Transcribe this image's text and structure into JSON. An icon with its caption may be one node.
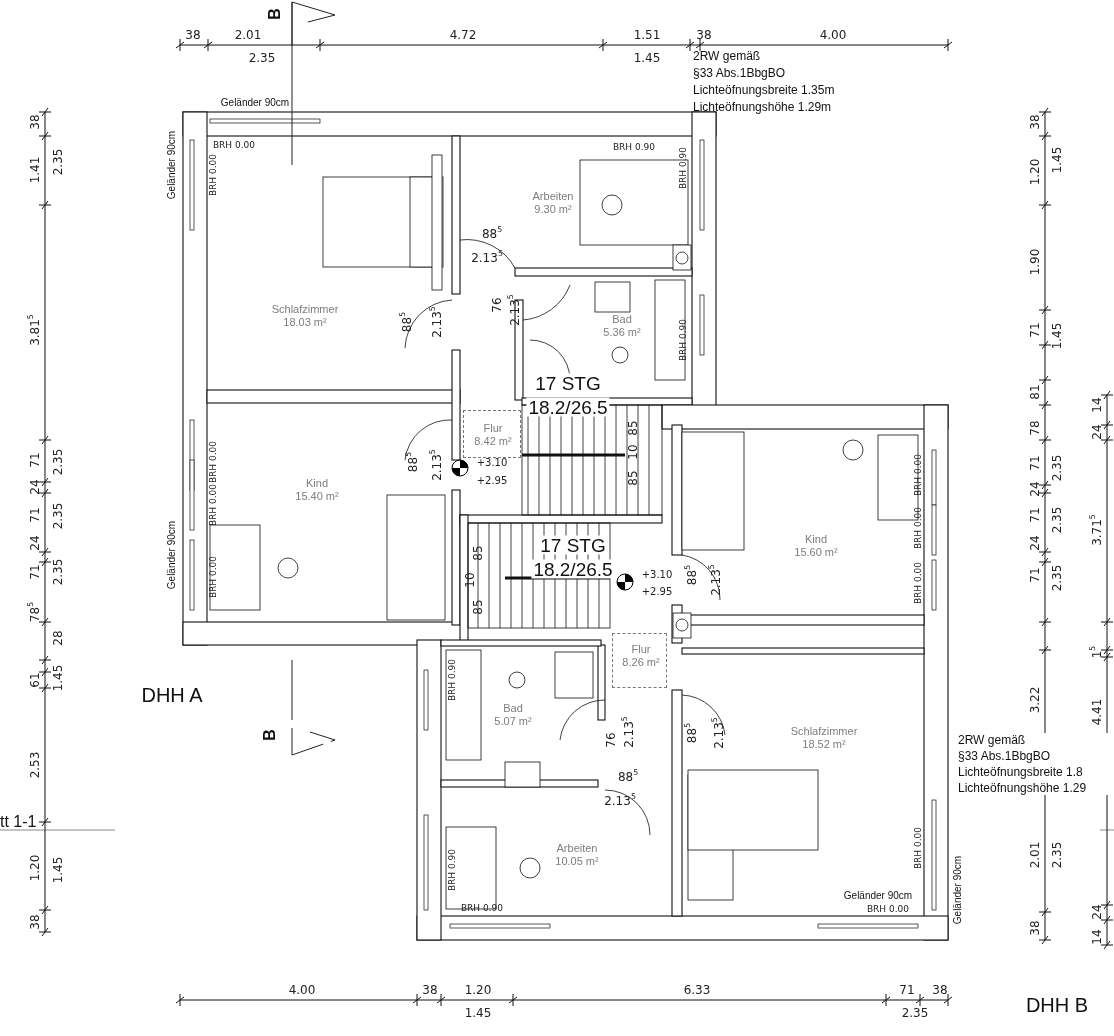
{
  "diagram": {
    "nodes": [
      {
        "text": [
          "Schlafzimmer",
          "18.03 m²"
        ]
      },
      {
        "text": [
          "Arbeiten",
          "9.30 m²"
        ]
      },
      {
        "text": [
          "Bad",
          "5.36 m²"
        ]
      },
      {
        "text": [
          "Flur",
          "8.42 m²"
        ]
      },
      {
        "text": [
          "Kind",
          "15.40 m²"
        ]
      },
      {
        "text": [
          "Kind",
          "15.60 m²"
        ]
      },
      {
        "text": [
          "Flur",
          "8.26 m²"
        ]
      },
      {
        "text": [
          "Bad",
          "5.07 m²"
        ]
      },
      {
        "text": [
          "Arbeiten",
          "10.05 m²"
        ]
      },
      {
        "text": [
          "Schlafzimmer",
          "18.52 m²"
        ]
      }
    ],
    "labels": [
      "38",
      "2.01",
      "2.35",
      "B",
      "4.72",
      "1.51",
      "1.45",
      "38",
      "4.00",
      "2RW gemäß",
      "§33 Abs.1BbgBO",
      "Lichteöfnungsbreite 1.35m",
      "Lichteöfnungshöhe 1.29m",
      "Geländer 90cm",
      "Geländer 90cm",
      "BRH 0.00",
      "BRH 0.00",
      "BRH 0.90",
      "BRH 0.90",
      "88$^{5}$",
      "2.13$^{5}$",
      "76",
      "2.13$^{5}$",
      "88$^{5}$",
      "2.13$^{5}$",
      "BRH 0.90",
      "17 STG",
      "18.2/26.5",
      "85",
      "10",
      "85",
      "+3.10",
      "+2.95",
      "88$^{5}$",
      "2.13$^{5}$",
      "BRH 0.00",
      "BRH 0.00",
      "BRH 0.00",
      "Geländer 90cm",
      "85",
      "10",
      "85",
      "17 STG",
      "18.2/26.5",
      "+3.10",
      "+2.95",
      "88$^{5}$",
      "2.13$^{5}$",
      "BRH 0.00",
      "BRH 0.00",
      "BRH 0.00",
      "BRH 0.90",
      "76",
      "2.13$^{5}$",
      "88$^{5}$",
      "2.13$^{5}$",
      "88$^{5}$",
      "2.13$^{5}$",
      "2RW gemäß",
      "§33 Abs.1BbgBO",
      "Lichteöfnungsbreite 1.8",
      "Lichteöfnungshöhe 1.29",
      "BRH 0.90",
      "BRH 0.90",
      "BRH 0.00",
      "Geländer 90cm",
      "BRH 0.00",
      "Geländer 90cm",
      "DHH A",
      "B",
      "tt 1-1",
      "4.00",
      "38",
      "1.20",
      "1.45",
      "6.33",
      "71",
      "38",
      "2.35",
      "38",
      "1.41",
      "2.35",
      "3.81$^{5}$",
      "71",
      "2.35",
      "24",
      "71",
      "2.35",
      "24",
      "71",
      "2.35",
      "78$^{5}$",
      "28",
      "61",
      "1.45",
      "2.53",
      "1.20",
      "1.45",
      "38",
      "38",
      "1.20",
      "1.45",
      "1.90",
      "71",
      "1.45",
      "81",
      "78",
      "14",
      "24",
      "71",
      "2.35",
      "24",
      "71",
      "2.35",
      "24",
      "71",
      "2.35",
      "3.71$^{5}$",
      "1$^{5}$",
      "3.22",
      "4.41",
      "2.01",
      "2.35",
      "38",
      "24",
      "14",
      "DHH B"
    ]
  }
}
